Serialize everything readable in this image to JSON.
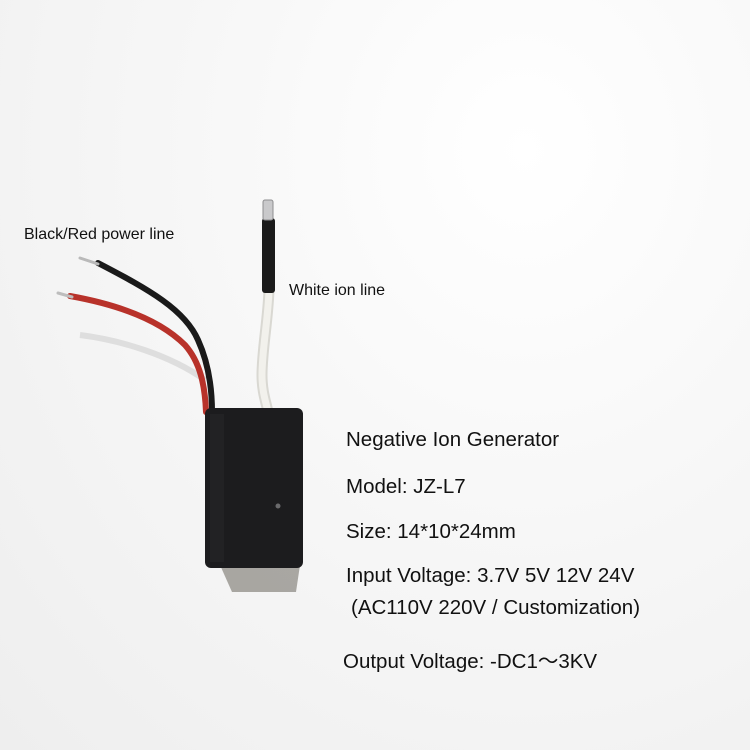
{
  "image": {
    "subject": "Negative ion generator module with wires",
    "background_color": "#f4f4f4",
    "module_color": "#1c1c1e"
  },
  "callouts": {
    "power_line": "Black/Red power line",
    "ion_line": "White ion line"
  },
  "specs": {
    "title": "Negative Ion Generator",
    "model": "Model: JZ-L7",
    "size": "Size: 14*10*24mm",
    "input_voltage": "Input Voltage:  3.7V 5V 12V 24V",
    "input_voltage_note": "(AC110V 220V / Customization)",
    "output_voltage": "Output Voltage:  -DC1～3KV"
  },
  "wires": [
    {
      "name": "black",
      "color": "#1a1a1a"
    },
    {
      "name": "red",
      "color": "#b8322a"
    },
    {
      "name": "white",
      "color": "#ecebe6"
    }
  ]
}
